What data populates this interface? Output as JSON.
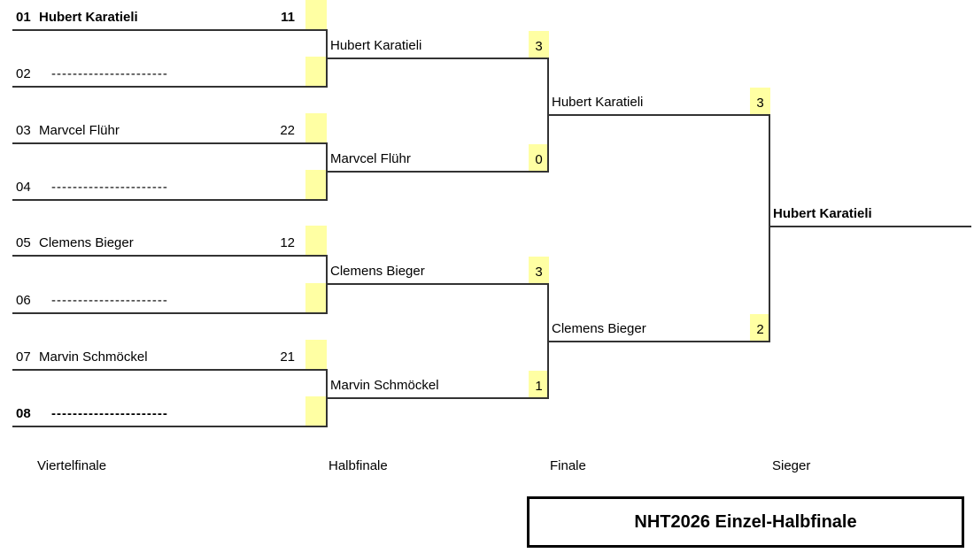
{
  "title_box": {
    "title": "NHT2026 Einzel-Halbfinale"
  },
  "round_labels": {
    "quarterfinal": "Viertelfinale",
    "semifinal": "Halbfinale",
    "final": "Finale",
    "winner": "Sieger"
  },
  "quarterfinals": [
    {
      "seed": "01",
      "name": "Hubert Karatieli",
      "score": "11"
    },
    {
      "seed": "02",
      "name": "----------------------",
      "score": ""
    },
    {
      "seed": "03",
      "name": "Marvcel Flühr",
      "score": "22"
    },
    {
      "seed": "04",
      "name": "----------------------",
      "score": ""
    },
    {
      "seed": "05",
      "name": "Clemens Bieger",
      "score": "12"
    },
    {
      "seed": "06",
      "name": "----------------------",
      "score": ""
    },
    {
      "seed": "07",
      "name": "Marvin Schmöckel",
      "score": "21"
    },
    {
      "seed": "08",
      "name": "----------------------",
      "score": ""
    }
  ],
  "semifinals": [
    {
      "name": "Hubert Karatieli",
      "score": "3"
    },
    {
      "name": "Marvcel Flühr",
      "score": "0"
    },
    {
      "name": "Clemens Bieger",
      "score": "3"
    },
    {
      "name": "Marvin Schmöckel",
      "score": "1"
    }
  ],
  "finals": [
    {
      "name": "Hubert Karatieli",
      "score": "3"
    },
    {
      "name": "Clemens Bieger",
      "score": "2"
    }
  ],
  "winner": {
    "name": "Hubert Karatieli"
  },
  "colors": {
    "score_cell": "#ffffa3",
    "line": "#333333"
  }
}
